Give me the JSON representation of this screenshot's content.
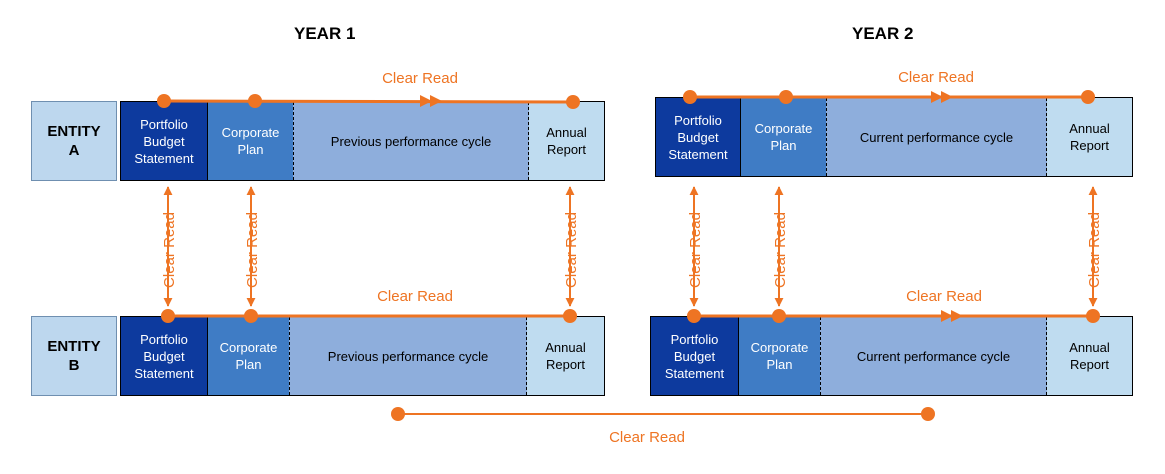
{
  "years": [
    "YEAR 1",
    "YEAR 2"
  ],
  "entities": [
    "ENTITY\nA",
    "ENTITY\nB"
  ],
  "segments": {
    "pbs": "Portfolio\nBudget\nStatement",
    "cp": "Corporate\nPlan",
    "ar": "Annual\nReport",
    "prev": "Previous performance cycle",
    "curr": "Current performance cycle"
  },
  "clear_read": "Clear Read",
  "colors": {
    "accent": "#ee7423",
    "pbs": "#0d3a9e",
    "corporate_plan": "#3f7cc5",
    "performance_cycle": "#8eaedc",
    "annual_report": "#bfdcf0",
    "entity_label": "#bdd7ee"
  }
}
